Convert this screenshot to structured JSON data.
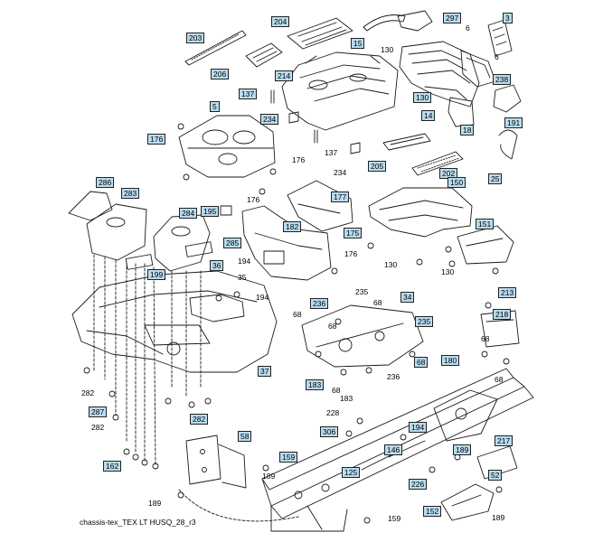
{
  "diagram": {
    "caption": "chassis-tex_TEX LT HUSQ_28_r3",
    "callout_fill": "#b9dcef",
    "line_color": "#1a1a1a",
    "callouts": [
      {
        "label": "204",
        "boxed": true
      },
      {
        "label": "297",
        "boxed": true
      },
      {
        "label": "3",
        "boxed": true
      },
      {
        "label": "203",
        "boxed": true
      },
      {
        "label": "15",
        "boxed": true
      },
      {
        "label": "6",
        "boxed": false
      },
      {
        "label": "130",
        "boxed": false
      },
      {
        "label": "6",
        "boxed": false
      },
      {
        "label": "206",
        "boxed": true
      },
      {
        "label": "214",
        "boxed": true
      },
      {
        "label": "238",
        "boxed": true
      },
      {
        "label": "137",
        "boxed": true
      },
      {
        "label": "130",
        "boxed": true
      },
      {
        "label": "5",
        "boxed": true
      },
      {
        "label": "234",
        "boxed": true
      },
      {
        "label": "14",
        "boxed": true
      },
      {
        "label": "191",
        "boxed": true
      },
      {
        "label": "18",
        "boxed": true
      },
      {
        "label": "176",
        "boxed": true
      },
      {
        "label": "137",
        "boxed": false
      },
      {
        "label": "176",
        "boxed": false
      },
      {
        "label": "234",
        "boxed": false
      },
      {
        "label": "205",
        "boxed": true
      },
      {
        "label": "202",
        "boxed": true
      },
      {
        "label": "25",
        "boxed": true
      },
      {
        "label": "286",
        "boxed": true
      },
      {
        "label": "283",
        "boxed": true
      },
      {
        "label": "150",
        "boxed": true
      },
      {
        "label": "177",
        "boxed": true
      },
      {
        "label": "176",
        "boxed": false
      },
      {
        "label": "195",
        "boxed": true
      },
      {
        "label": "284",
        "boxed": true
      },
      {
        "label": "182",
        "boxed": true
      },
      {
        "label": "175",
        "boxed": true
      },
      {
        "label": "151",
        "boxed": true
      },
      {
        "label": "285",
        "boxed": true
      },
      {
        "label": "36",
        "boxed": true
      },
      {
        "label": "199",
        "boxed": true
      },
      {
        "label": "176",
        "boxed": false
      },
      {
        "label": "130",
        "boxed": false
      },
      {
        "label": "194",
        "boxed": false
      },
      {
        "label": "35",
        "boxed": false
      },
      {
        "label": "130",
        "boxed": false
      },
      {
        "label": "194",
        "boxed": false
      },
      {
        "label": "235",
        "boxed": false
      },
      {
        "label": "34",
        "boxed": true
      },
      {
        "label": "213",
        "boxed": true
      },
      {
        "label": "236",
        "boxed": true
      },
      {
        "label": "68",
        "boxed": false
      },
      {
        "label": "68",
        "boxed": false
      },
      {
        "label": "218",
        "boxed": true
      },
      {
        "label": "235",
        "boxed": true
      },
      {
        "label": "68",
        "boxed": false
      },
      {
        "label": "180",
        "boxed": true
      },
      {
        "label": "68",
        "boxed": false
      },
      {
        "label": "37",
        "boxed": true
      },
      {
        "label": "236",
        "boxed": false
      },
      {
        "label": "68",
        "boxed": true
      },
      {
        "label": "183",
        "boxed": true
      },
      {
        "label": "68",
        "boxed": false
      },
      {
        "label": "282",
        "boxed": false
      },
      {
        "label": "183",
        "boxed": false
      },
      {
        "label": "68",
        "boxed": false
      },
      {
        "label": "287",
        "boxed": true
      },
      {
        "label": "228",
        "boxed": false
      },
      {
        "label": "282",
        "boxed": true
      },
      {
        "label": "282",
        "boxed": false
      },
      {
        "label": "306",
        "boxed": true
      },
      {
        "label": "194",
        "boxed": true
      },
      {
        "label": "58",
        "boxed": true
      },
      {
        "label": "217",
        "boxed": true
      },
      {
        "label": "146",
        "boxed": true
      },
      {
        "label": "159",
        "boxed": true
      },
      {
        "label": "189",
        "boxed": true
      },
      {
        "label": "162",
        "boxed": true
      },
      {
        "label": "125",
        "boxed": true
      },
      {
        "label": "52",
        "boxed": true
      },
      {
        "label": "189",
        "boxed": false
      },
      {
        "label": "226",
        "boxed": true
      },
      {
        "label": "189",
        "boxed": false
      },
      {
        "label": "152",
        "boxed": true
      },
      {
        "label": "189",
        "boxed": false
      },
      {
        "label": "159",
        "boxed": false
      }
    ]
  }
}
